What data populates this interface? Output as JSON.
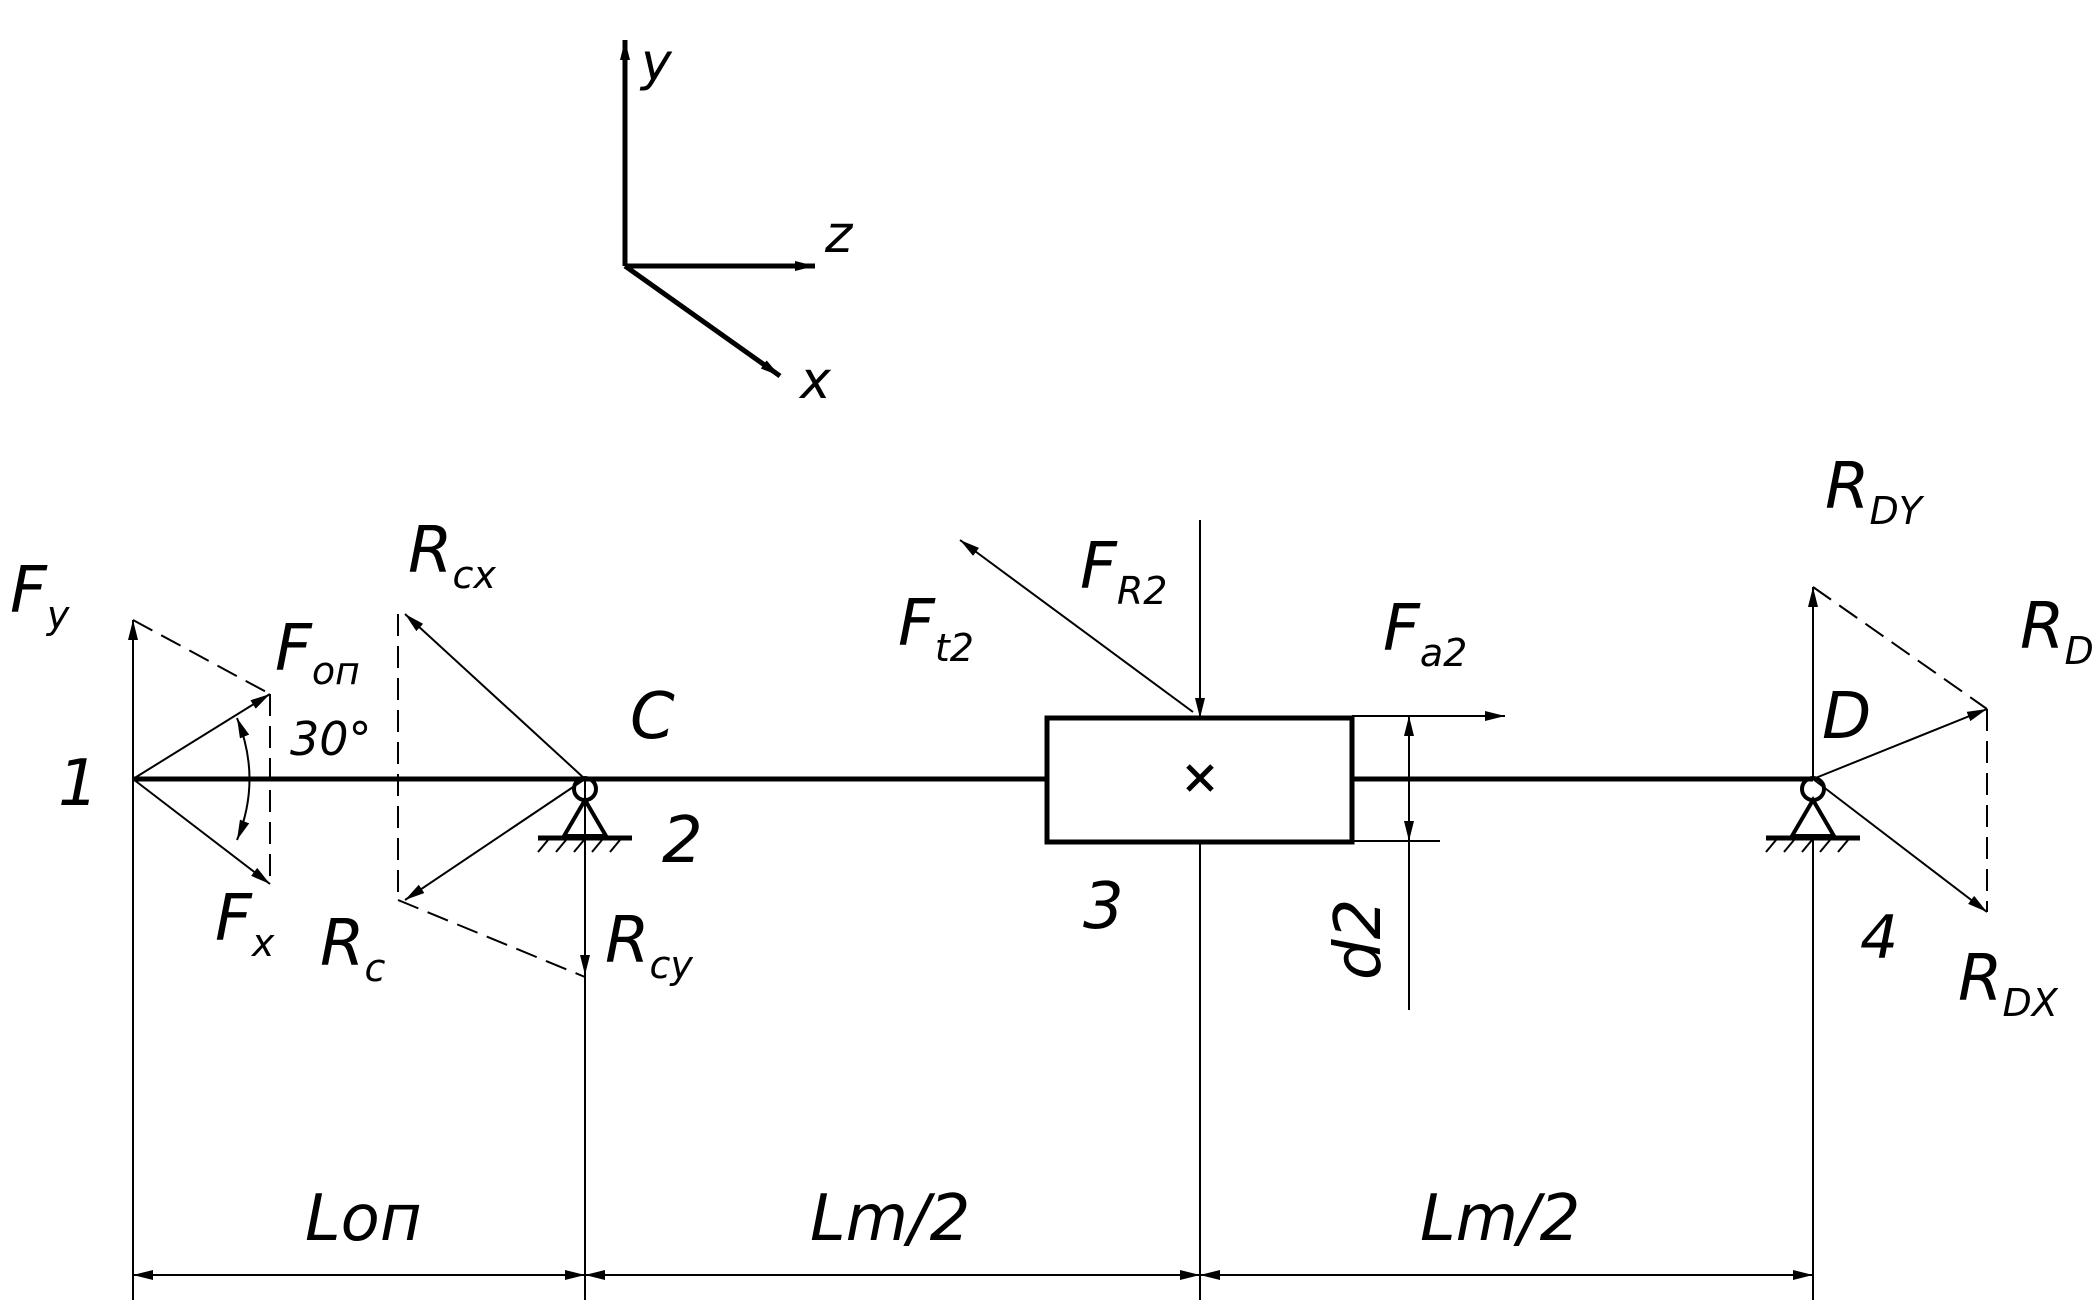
{
  "axes": {
    "y": "y",
    "z": "z",
    "x": "x"
  },
  "nodes": {
    "n1": "1",
    "n2": "2",
    "n3": "3",
    "n4": "4",
    "C": "C",
    "D": "D"
  },
  "forces": {
    "Fy": {
      "main": "F",
      "sub": "y"
    },
    "Fx": {
      "main": "F",
      "sub": "x"
    },
    "Fon": {
      "main": "F",
      "sub": "оп"
    },
    "angle": "30°",
    "Rcx": {
      "main": "R",
      "sub": "cx"
    },
    "Rc": {
      "main": "R",
      "sub": "c"
    },
    "Rcy": {
      "main": "R",
      "sub": "cy"
    },
    "Ft2": {
      "main": "F",
      "sub": "t2"
    },
    "FR2": {
      "main": "F",
      "sub": "R2"
    },
    "Fa2": {
      "main": "F",
      "sub": "a2"
    },
    "RDY": {
      "main": "R",
      "sub": "DY"
    },
    "RD": {
      "main": "R",
      "sub": "D"
    },
    "RDX": {
      "main": "R",
      "sub": "DX"
    }
  },
  "dimensions": {
    "d2": "d2",
    "Lop": "Lоп",
    "Lm_left": "Lm/2",
    "Lm_right": "Lm/2"
  }
}
